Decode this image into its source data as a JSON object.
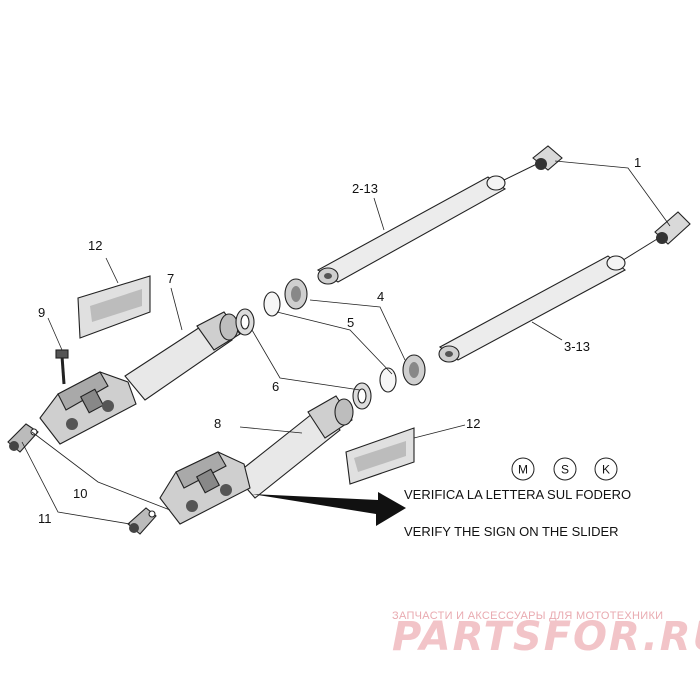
{
  "callouts": {
    "c1": "1",
    "c2_13": "2-13",
    "c3_13": "3-13",
    "c4": "4",
    "c5": "5",
    "c6": "6",
    "c7": "7",
    "c8": "8",
    "c9": "9",
    "c10": "10",
    "c11": "11",
    "c12a": "12",
    "c12b": "12"
  },
  "signs": [
    "M",
    "S",
    "K"
  ],
  "notes": {
    "italian": "VERIFICA LA LETTERA SUL FODERO",
    "english": "VERIFY THE SIGN ON THE SLIDER"
  },
  "watermark": {
    "tagline": "ЗАПЧАСТИ И АКСЕССУАРЫ ДЛЯ МОТОТЕХНИКИ",
    "logo": "PARTSFOR.RU"
  }
}
